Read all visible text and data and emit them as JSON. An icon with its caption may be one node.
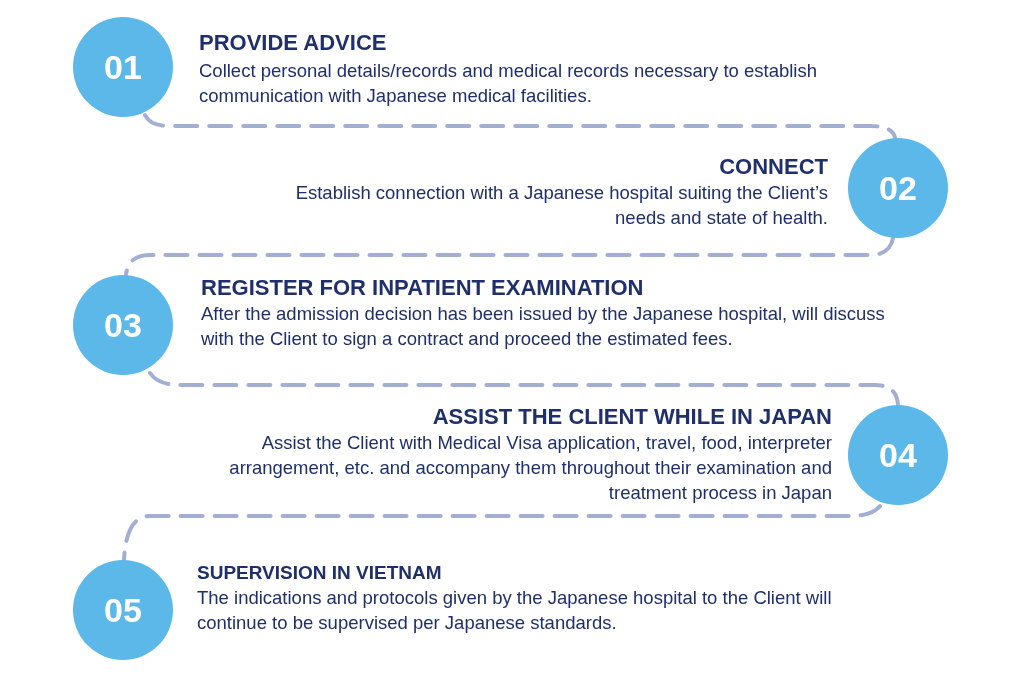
{
  "diagram": {
    "nodes": [
      {
        "text": [
          "01"
        ],
        "beside": [
          "PROVIDE ADVICE",
          "Collect personal details/records and medical records necessary to establish communication with Japanese medical facilities."
        ]
      },
      {
        "text": [
          "02"
        ],
        "beside": [
          "CONNECT",
          "Establish connection with a Japanese hospital suiting the Client’s needs and state of health."
        ]
      },
      {
        "text": [
          "03"
        ],
        "beside": [
          "REGISTER FOR INPATIENT EXAMINATION",
          "After the admission decision has been issued by the  Japanese hospital, will discuss with the Client to sign a contract and proceed the estimated fees."
        ]
      },
      {
        "text": [
          "04"
        ],
        "beside": [
          "ASSIST THE CLIENT WHILE IN JAPAN",
          "Assist the Client with Medical Visa application, travel, food, interpreter arrangement, etc. and accompany them throughout their examination and treatment process in Japan"
        ]
      },
      {
        "text": [
          "05"
        ],
        "beside": [
          "SUPERVISION IN VIETNAM",
          "The indications and protocols given by the Japanese hospital to the Client will continue to be supervised per Japanese standards."
        ]
      }
    ],
    "edges": [
      {
        "from": 0,
        "to": 1,
        "arrow": "none",
        "style": "dashed"
      },
      {
        "from": 1,
        "to": 2,
        "arrow": "none",
        "style": "dashed"
      },
      {
        "from": 2,
        "to": 3,
        "arrow": "none",
        "style": "dashed"
      },
      {
        "from": 3,
        "to": 4,
        "arrow": "none",
        "style": "dashed"
      }
    ]
  }
}
